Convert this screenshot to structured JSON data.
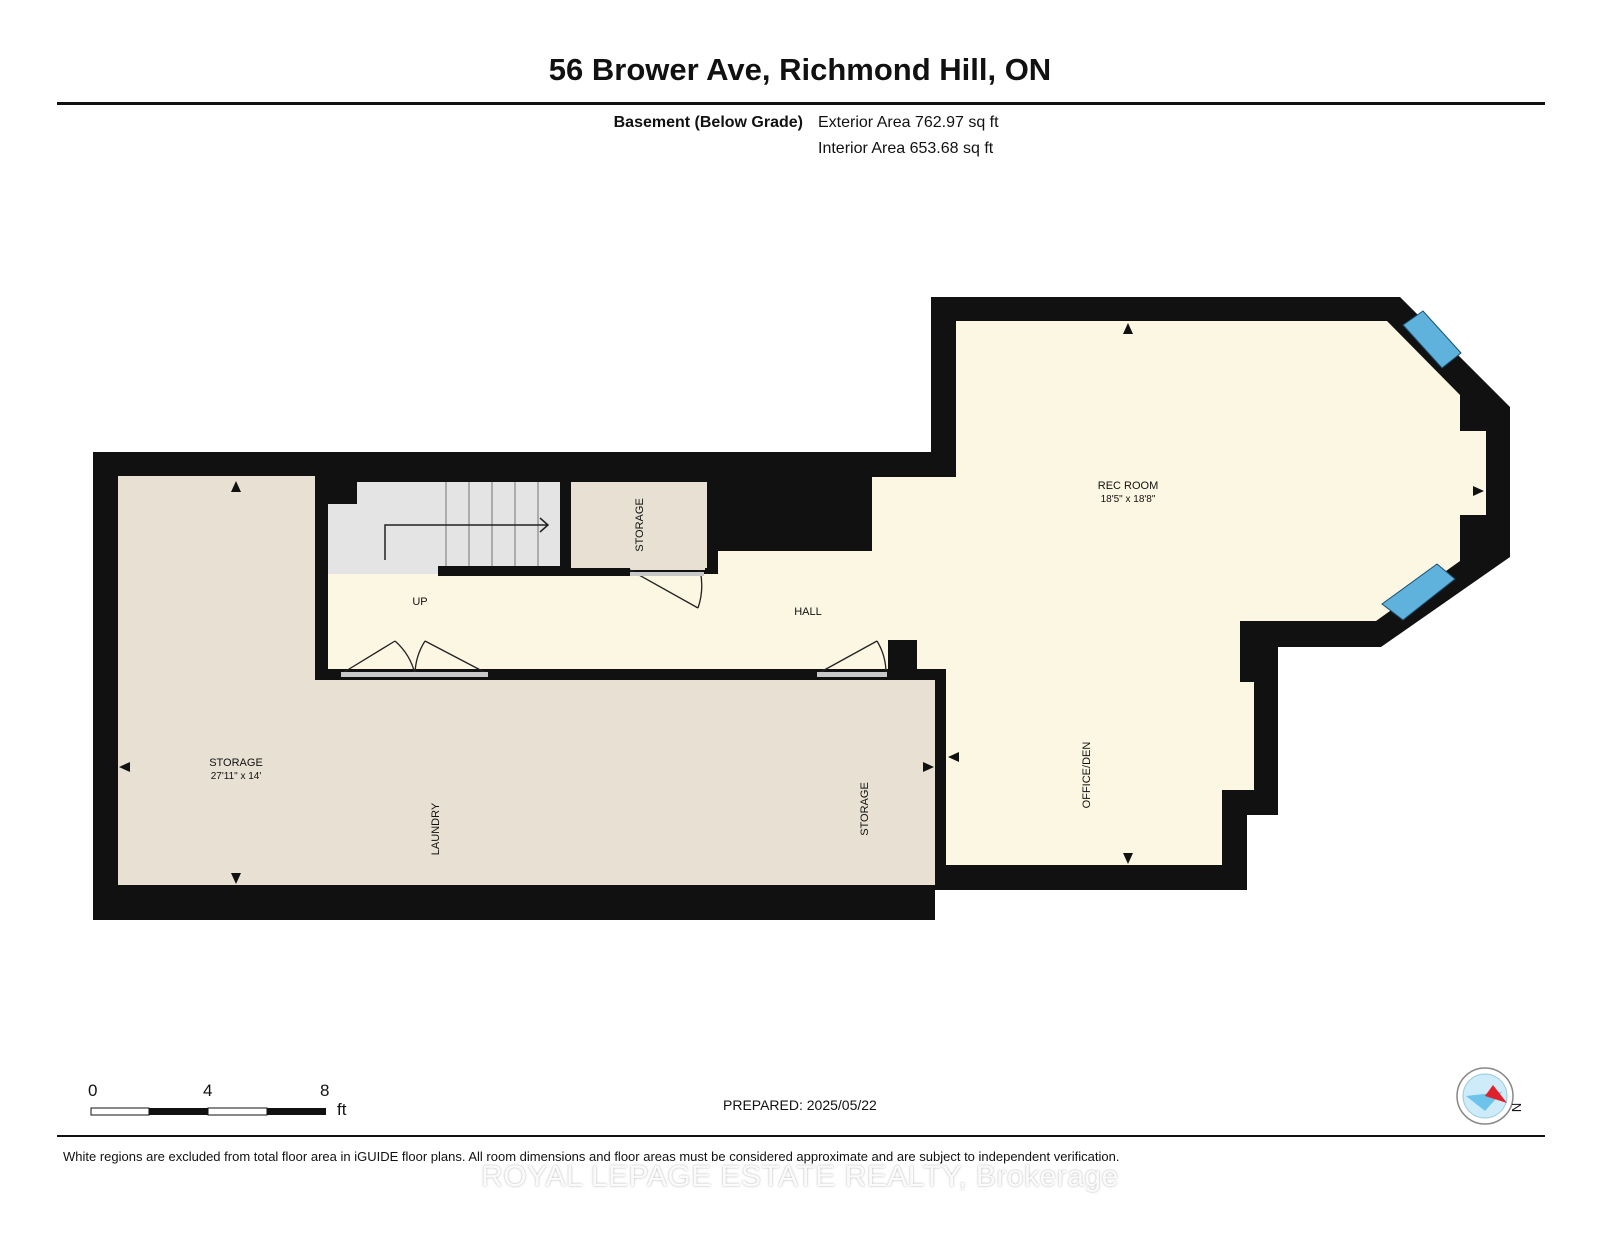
{
  "header": {
    "title": "56 Brower Ave, Richmond Hill, ON"
  },
  "areas": {
    "level_name": "Basement (Below Grade)",
    "exterior": "Exterior Area 762.97 sq ft",
    "interior": "Interior Area 653.68 sq ft"
  },
  "rooms": {
    "rec_room": {
      "label": "REC ROOM",
      "dims": "18'5\" x 18'8\""
    },
    "storage_main": {
      "label": "STORAGE",
      "dims": "27'11\" x 14'"
    },
    "laundry": {
      "label": "LAUNDRY"
    },
    "storage_right": {
      "label": "STORAGE"
    },
    "storage_closet": {
      "label": "STORAGE"
    },
    "hall": {
      "label": "HALL"
    },
    "stairs": {
      "label": "UP"
    },
    "office": {
      "label": "OFFICE/DEN"
    }
  },
  "scale_bar": {
    "ticks": [
      "0",
      "4",
      "8"
    ],
    "unit": "ft"
  },
  "compass": {
    "icon": "compass-north-icon",
    "label": "N"
  },
  "footer": {
    "prepared": "PREPARED: 2025/05/22",
    "disclaimer": "White regions are excluded from total floor area in iGUIDE floor plans. All room dimensions and floor areas must be considered approximate and are subject to independent verification.",
    "watermark": "ROYAL LEPAGE ESTATE REALTY, Brokerage"
  },
  "colors": {
    "wall": "#111111",
    "storage_fill": "#e8e0d2",
    "living_fill": "#fcf7e2",
    "stair_fill": "#e4e4e4",
    "window": "#5fb2dc"
  }
}
